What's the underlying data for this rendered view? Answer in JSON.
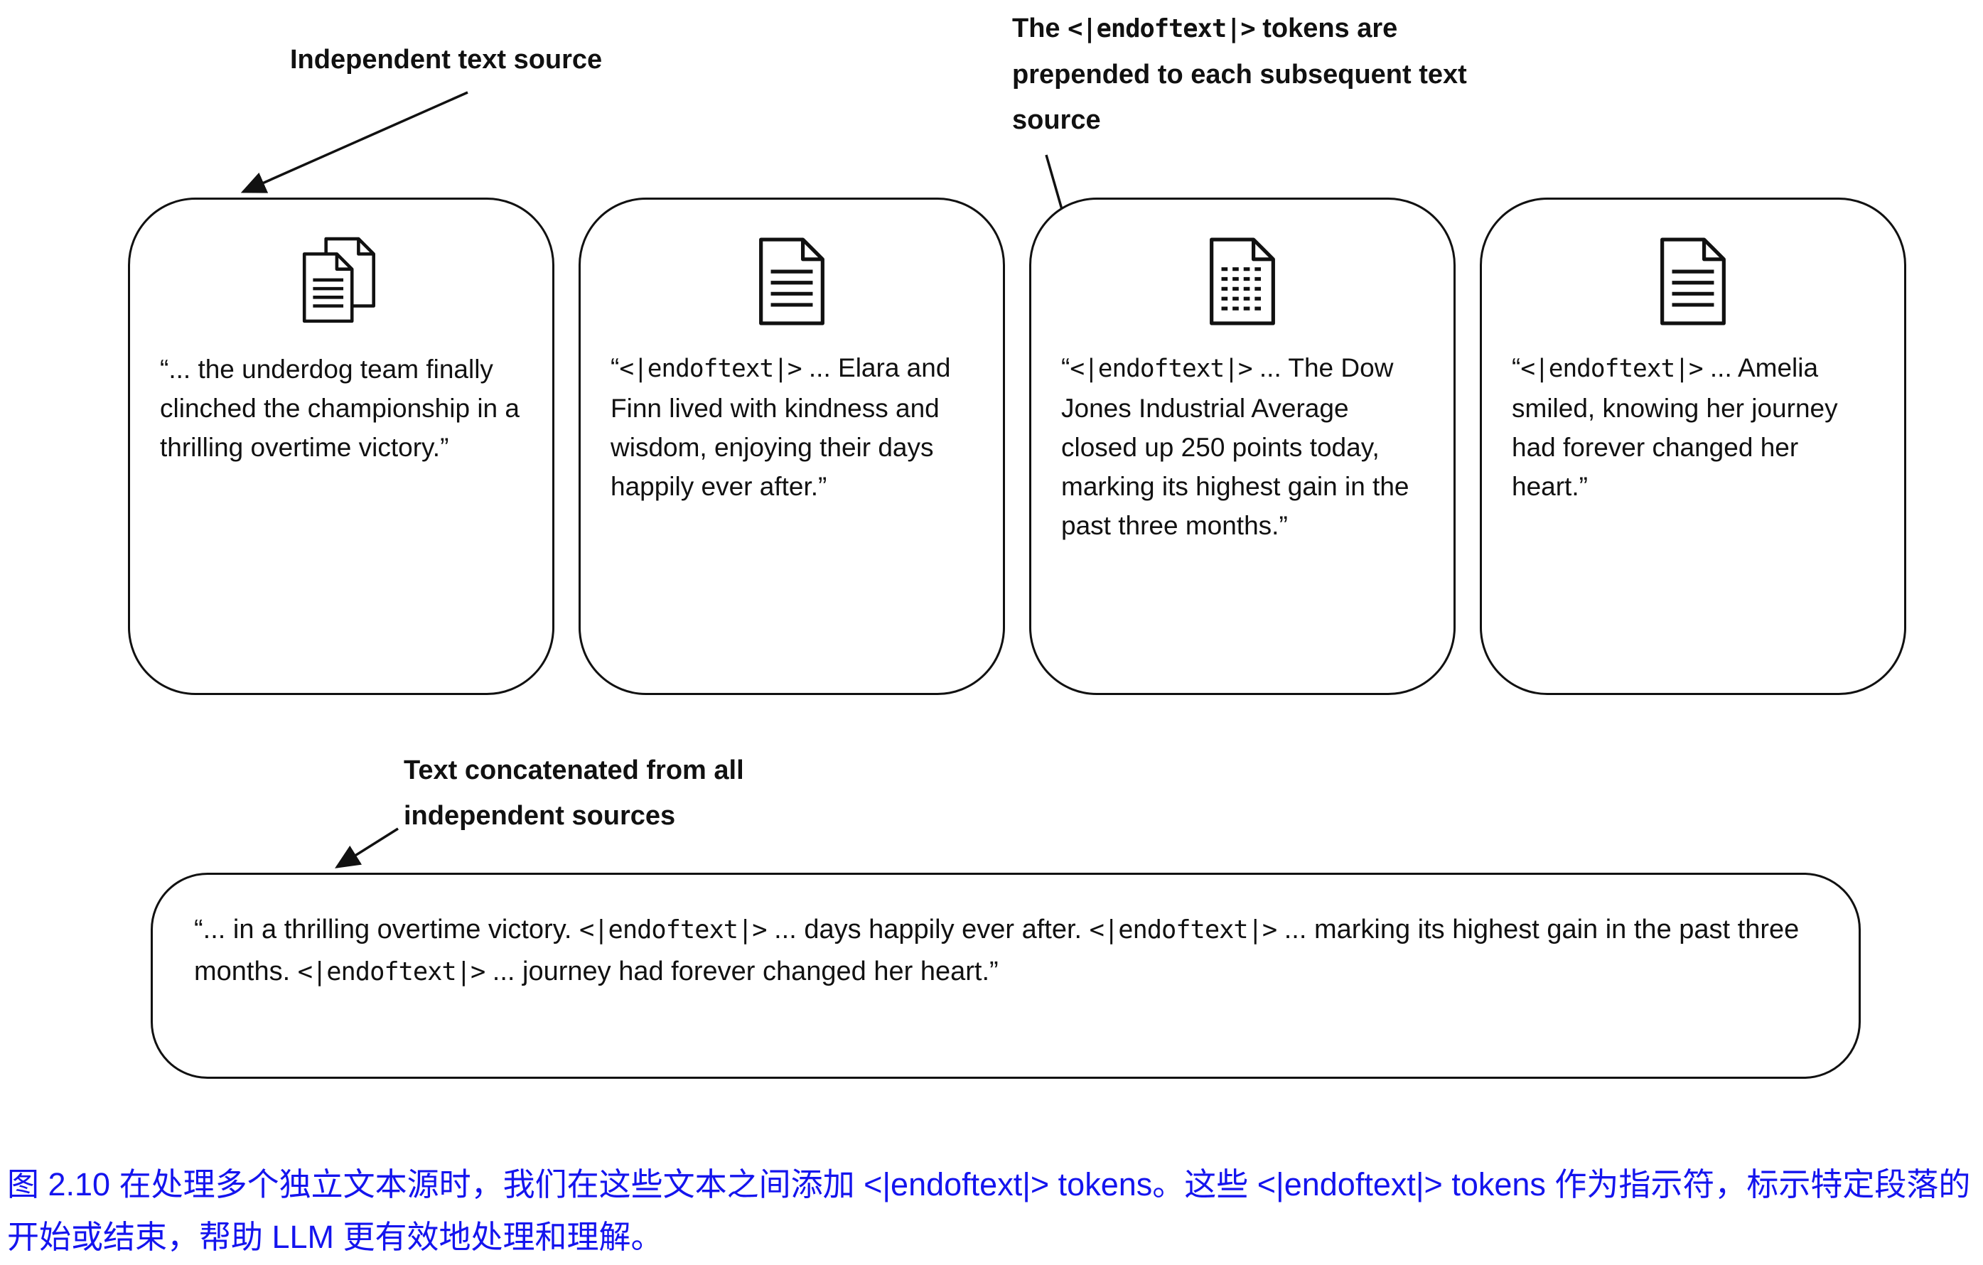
{
  "token": "<|endoftext|>",
  "annotations": {
    "independent_source": "Independent text source",
    "endoftext_prepended": "The <|endoftext|> tokens are prepended to each subsequent text source",
    "concatenated": "Text concatenated from all independent sources"
  },
  "boxes": [
    {
      "icon": "document-stack-icon",
      "text": "“... the underdog team finally clinched the championship in a thrilling overtime victory.”"
    },
    {
      "icon": "document-icon",
      "text": "“<|endoftext|> ... Elara and Finn lived with kindness and wisdom, enjoying their days happily ever after.”"
    },
    {
      "icon": "document-dashed-icon",
      "text": "“<|endoftext|> ... The Dow Jones Industrial Average closed up 250 points today, marking its highest gain in the past three months.”"
    },
    {
      "icon": "document-icon",
      "text": "“<|endoftext|> ... Amelia smiled, knowing her journey had forever changed her heart.”"
    }
  ],
  "concatenated_box": {
    "text": "“... in a thrilling overtime victory. <|endoftext|> ... days happily ever after. <|endoftext|> ... marking its highest gain in the past three months. <|endoftext|> ... journey had forever changed her heart.”"
  },
  "caption": {
    "text": "图 2.10 在处理多个独立文本源时，我们在这些文本之间添加 <|endoftext|> tokens。这些 <|endoftext|> tokens 作为指示符，标示特定段落的开始或结束，帮助 LLM 更有效地处理和理解。"
  },
  "colors": {
    "caption_blue": "#1414ee",
    "line_black": "#111111",
    "background": "#ffffff"
  }
}
